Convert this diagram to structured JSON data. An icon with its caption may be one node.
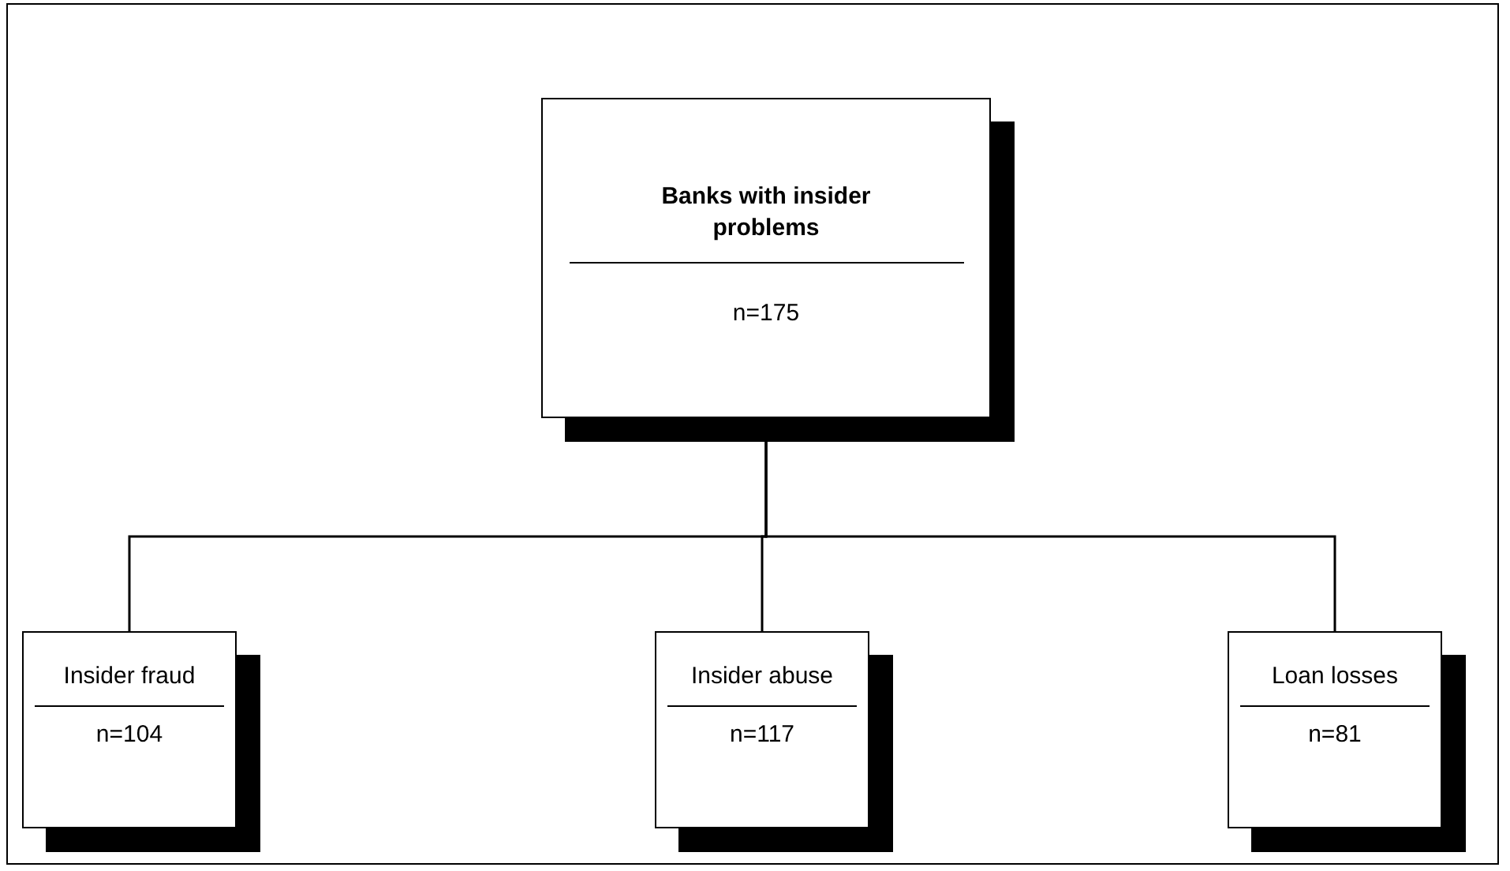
{
  "diagram": {
    "nodes": [
      {
        "text": [
          "Banks with insider problems",
          "n=175"
        ]
      },
      {
        "text": [
          "Insider fraud",
          "n=104"
        ]
      },
      {
        "text": [
          "Insider abuse",
          "n=117"
        ]
      },
      {
        "text": [
          "Loan losses",
          "n=81"
        ]
      }
    ],
    "edges": [
      {
        "from": 0,
        "to": 1,
        "arrow": "none"
      },
      {
        "from": 0,
        "to": 2,
        "arrow": "none"
      },
      {
        "from": 0,
        "to": 3,
        "arrow": "none"
      }
    ]
  }
}
